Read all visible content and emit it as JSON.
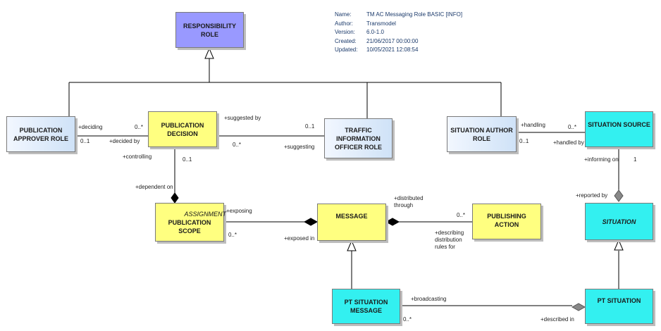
{
  "info": {
    "name_key": "Name:",
    "name_val": "TM AC Messaging Role BASIC [INFO]",
    "author_key": "Author:",
    "author_val": "Transmodel",
    "version_key": "Version:",
    "version_val": "6.0-1.0",
    "created_key": "Created:",
    "created_val": "21/06/2017 00:00:00",
    "updated_key": "Updated:",
    "updated_val": "10/05/2021 12:08:54"
  },
  "classes": {
    "responsibility_role": [
      "RESPONSIBILITY",
      "ROLE"
    ],
    "publication_approver_role": [
      "PUBLICATION",
      "APPROVER ROLE"
    ],
    "publication_decision": [
      "PUBLICATION",
      "DECISION"
    ],
    "traffic_information_officer_role": [
      "TRAFFIC",
      "INFORMATION",
      "OFFICER ROLE"
    ],
    "situation_author_role": [
      "SITUATION AUTHOR",
      "ROLE"
    ],
    "situation_source": "SITUATION SOURCE",
    "publication_scope_stereotype": "ASSIGNMENT",
    "publication_scope": "PUBLICATION SCOPE",
    "message": "MESSAGE",
    "publishing_action": "PUBLISHING ACTION",
    "situation": "SITUATION",
    "pt_situation_message": [
      "PT SITUATION",
      "MESSAGE"
    ],
    "pt_situation": "PT SITUATION"
  },
  "labels": {
    "deciding": "+deciding",
    "deciding_mult": "0..*",
    "decided_by": "+decided by",
    "decided_by_mult": "0..1",
    "suggested_by": "+suggested by",
    "suggested_by_mult": "0..1",
    "suggesting": "+suggesting",
    "suggesting_mult": "0..*",
    "controlling": "+controlling",
    "controlling_mult": "0..1",
    "dependent_on": "+dependent on",
    "handling": "+handling",
    "handling_mult": "0..*",
    "handled_by": "+handled by",
    "handled_by_mult": "0..1",
    "informing_on": "+informing on",
    "informing_on_mult": "1",
    "reported_by": "+reported by",
    "exposing": "+exposing",
    "exposing_mult": "0..*",
    "exposed_in": "+exposed in",
    "distributed_through": [
      "+distributed",
      "through"
    ],
    "distributed_mult": "0..*",
    "describing": [
      "+describing",
      "distribution",
      "rules for"
    ],
    "broadcasting": "+broadcasting",
    "broadcasting_mult": "0..*",
    "described_in": "+described in"
  }
}
